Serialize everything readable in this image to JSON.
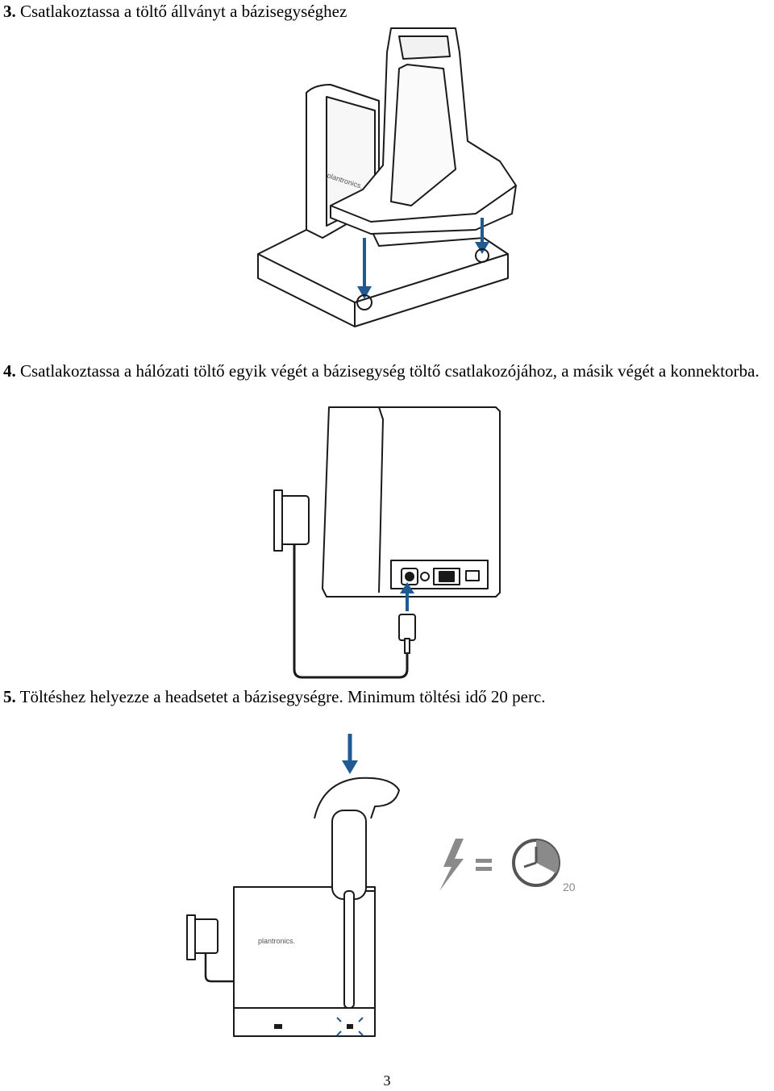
{
  "steps": [
    {
      "number": "3.",
      "text": " Csatlakoztassa a töltő állványt a bázisegységhez"
    },
    {
      "number": "4.",
      "text": " Csatlakoztassa a hálózati töltő egyik végét a bázisegység töltő csatlakozójához, a másik végét a konnektorba."
    },
    {
      "number": "5.",
      "text": " Töltéshez helyezze a headsetet a bázisegységre. Minimum töltési idő 20 perc."
    }
  ],
  "figures": {
    "brand_label": "plantronics.",
    "charge_time_label": "20"
  },
  "colors": {
    "arrow": "#1f5a93",
    "charge_icon": "#8a8a8a",
    "line": "#1a1a1a"
  },
  "page_number": "3"
}
